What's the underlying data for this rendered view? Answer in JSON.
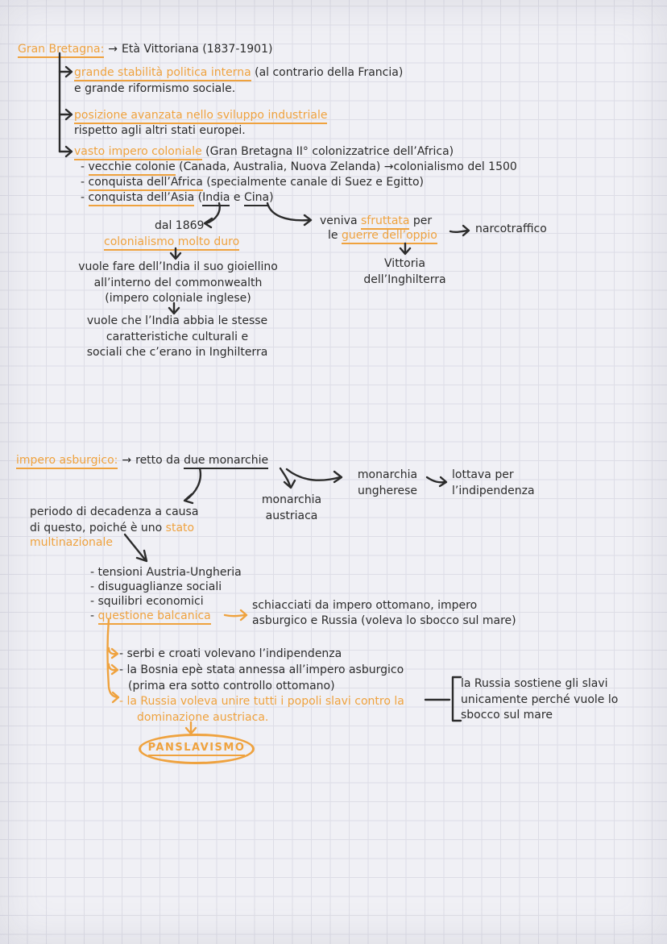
{
  "colors": {
    "accent": "#efa23e",
    "ink": "#2b2b2b",
    "paper": "#f0f0f5",
    "grid": "#dddde6"
  },
  "britain": {
    "title": "Gran Bretagna:",
    "title_arrow": "→",
    "title_rest": "Età Vittoriana (1837-1901)",
    "stability": {
      "hl": "grande stabilità politica interna",
      "rest": " (al contrario della Francia)",
      "line2": "e grande riformismo sociale."
    },
    "industry": {
      "hl": "posizione avanzata nello sviluppo industriale",
      "line2": "rispetto agli altri stati europei."
    },
    "empire": {
      "hl": "vasto impero coloniale",
      "rest": " (Gran Bretagna II° colonizzatrice dell’Africa)",
      "old_colonies": {
        "dash": "- ",
        "u": "vecchie colonie",
        "rest": " (Canada, Australia, Nuova Zelanda) ",
        "arrow": "→",
        "note": "colonialismo del 1500"
      },
      "africa": {
        "dash": "- ",
        "u": "conquista dell’Africa",
        "rest": " (specialmente canale di Suez e Egitto)"
      },
      "asia": {
        "dash": "- ",
        "u": "conquista dell’Asia",
        "open": " (",
        "india": "India",
        "mid": " e ",
        "cina": "Cina",
        "close": ")"
      }
    },
    "india_branch": {
      "date": "dal 1869",
      "label": "colonialismo molto duro",
      "goal": [
        "vuole fare dell’India il suo gioiellino",
        "all’interno del commonwealth",
        "(impero coloniale inglese)"
      ],
      "aim": [
        "vuole che l’India abbia le stesse",
        "caratteristiche culturali e",
        "sociali che c’erano in Inghilterra"
      ]
    },
    "china_branch": {
      "pre1": "veniva ",
      "hl1": "sfruttata",
      "post1": " per",
      "pre2": "le ",
      "hl2": "guerre dell’oppio",
      "narco": "narcotraffico",
      "victory": [
        "Vittoria",
        "dell’Inghilterra"
      ]
    }
  },
  "habsburg": {
    "title": "impero asburgico:",
    "title_arrow": "→",
    "title_pre": "retto da ",
    "title_u": "due monarchie",
    "decadence": {
      "l1": "periodo di decadenza a causa",
      "l2": "di questo, poiché è uno ",
      "l2hl": "stato",
      "l3hl": "multinazionale"
    },
    "austrian": [
      "monarchia",
      "austriaca"
    ],
    "hungarian": [
      "monarchia",
      "ungherese"
    ],
    "fight": [
      "lottava per",
      "l’indipendenza"
    ],
    "issues": [
      "- tensioni Austria-Ungheria",
      "- disuguaglianze sociali",
      "- squilibri economici"
    ],
    "balkan": {
      "dash": "- ",
      "hl": "questione balcanica"
    },
    "squeezed": [
      "schiacciati da impero ottomano, impero",
      "asburgico e Russia (voleva lo sbocco sul mare)"
    ],
    "points": {
      "p1": "- serbi e croati volevano l’indipendenza",
      "p2a": "- la Bosnia epè stata annessa all’impero asburgico",
      "p2b": "(prima era sotto controllo ottomano)",
      "p3a": "- la Russia voleva unire tutti i popoli slavi contro la",
      "p3b": "dominazione austriaca."
    },
    "russia_note": [
      "la Russia sostiene gli slavi",
      "unicamente perché vuole lo",
      "sbocco sul mare"
    ],
    "panslavism": "PANSLAVISMO"
  }
}
